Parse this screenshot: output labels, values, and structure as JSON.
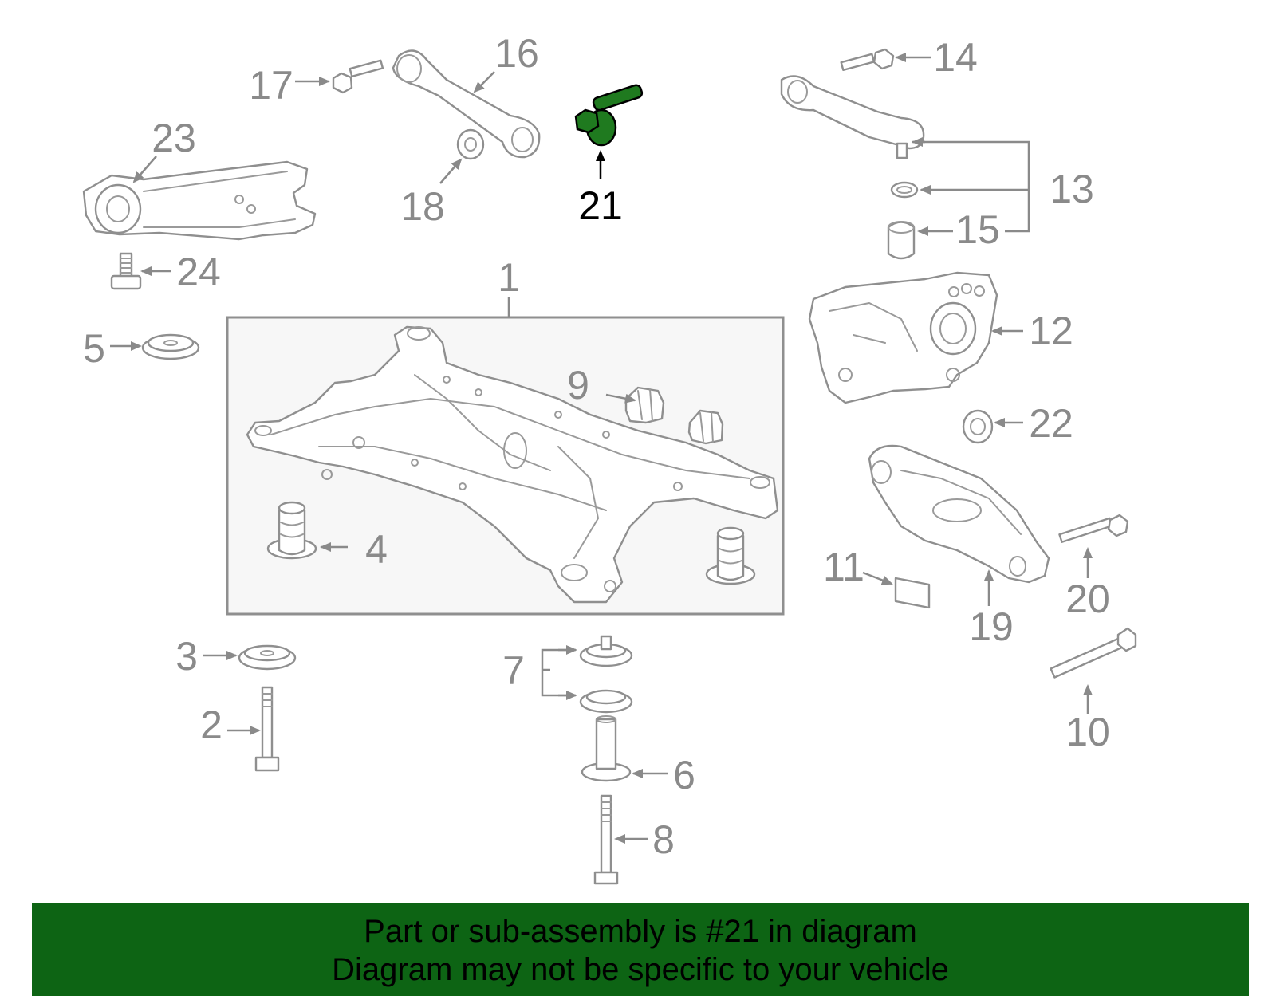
{
  "diagram": {
    "callouts": [
      {
        "id": "1",
        "label": "1"
      },
      {
        "id": "2",
        "label": "2"
      },
      {
        "id": "3",
        "label": "3"
      },
      {
        "id": "4",
        "label": "4"
      },
      {
        "id": "5",
        "label": "5"
      },
      {
        "id": "6",
        "label": "6"
      },
      {
        "id": "7",
        "label": "7"
      },
      {
        "id": "8",
        "label": "8"
      },
      {
        "id": "9",
        "label": "9"
      },
      {
        "id": "10",
        "label": "10"
      },
      {
        "id": "11",
        "label": "11"
      },
      {
        "id": "12",
        "label": "12"
      },
      {
        "id": "13",
        "label": "13"
      },
      {
        "id": "14",
        "label": "14"
      },
      {
        "id": "15",
        "label": "15"
      },
      {
        "id": "16",
        "label": "16"
      },
      {
        "id": "17",
        "label": "17"
      },
      {
        "id": "18",
        "label": "18"
      },
      {
        "id": "19",
        "label": "19"
      },
      {
        "id": "20",
        "label": "20"
      },
      {
        "id": "21",
        "label": "21"
      },
      {
        "id": "22",
        "label": "22"
      },
      {
        "id": "23",
        "label": "23"
      },
      {
        "id": "24",
        "label": "24"
      }
    ],
    "highlighted_part": "21",
    "colors": {
      "line_art": "#8f8f8f",
      "highlight_fill": "#1f7a1f",
      "banner": "#0d6414",
      "highlight_label": "#000000"
    }
  },
  "footer": {
    "line1": "Part or sub-assembly is #21 in diagram",
    "line2": "Diagram may not be specific to your vehicle"
  }
}
